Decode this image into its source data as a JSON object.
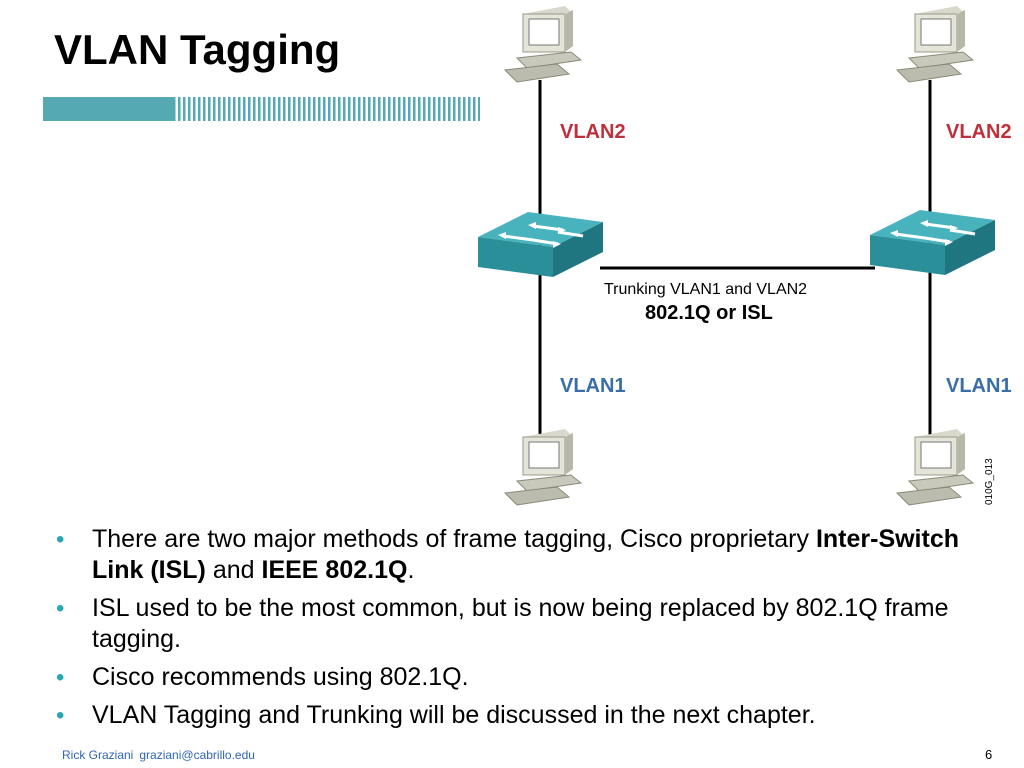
{
  "slide": {
    "title": "VLAN Tagging",
    "page_number": "6"
  },
  "footer": {
    "author": "Rick Graziani",
    "email": "graziani@cabrillo.edu"
  },
  "diagram": {
    "vlan2_left": "VLAN2",
    "vlan2_right": "VLAN2",
    "vlan1_left": "VLAN1",
    "vlan1_right": "VLAN1",
    "trunk_label": "Trunking VLAN1 and VLAN2",
    "trunk_protocol": "802.1Q or ISL",
    "figure_id": "010G_013",
    "colors": {
      "vlan2": "#c0303b",
      "vlan1": "#3a6ea8",
      "switch": "#2f9aa4",
      "accent": "#2aa6b4"
    }
  },
  "bullets": [
    {
      "pre": "There are two major methods of frame tagging, Cisco proprietary ",
      "b1": "Inter-Switch Link (ISL)",
      "mid": " and ",
      "b2": "IEEE 802.1Q",
      "post": "."
    },
    {
      "text": "ISL used to be the most common, but is now being replaced by 802.1Q frame tagging."
    },
    {
      "text": "Cisco recommends using 802.1Q."
    },
    {
      "text": "VLAN Tagging and Trunking will be discussed in the next chapter."
    }
  ]
}
